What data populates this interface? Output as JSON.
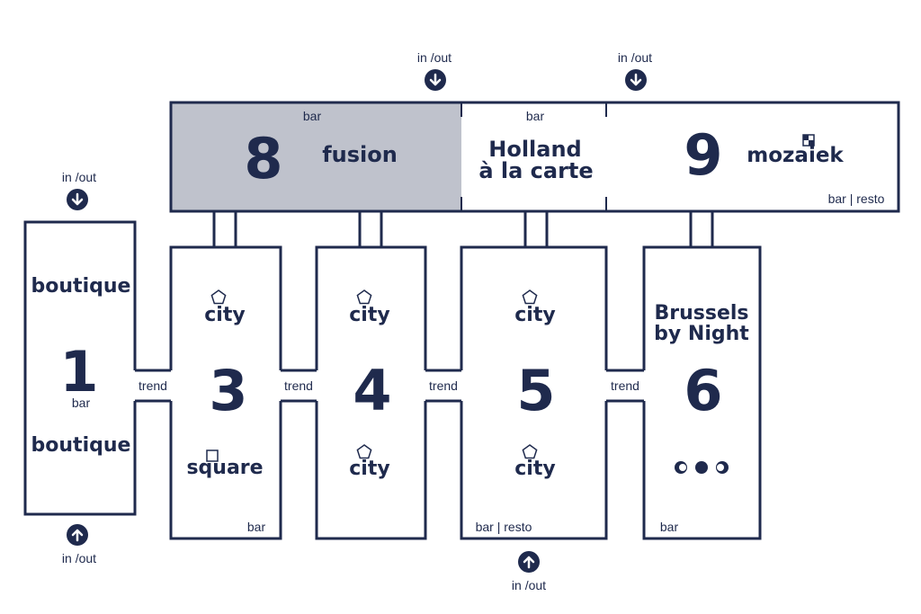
{
  "colors": {
    "navy": "#1f2a4d",
    "highlight": "#bfc2cc",
    "background": "#ffffff"
  },
  "labels": {
    "in_out": "in /out",
    "bar": "bar",
    "trend": "trend",
    "bar_resto": "bar | resto"
  },
  "rooms": {
    "room_1": {
      "number": "1",
      "brand_top": "boutique",
      "brand_bottom": "boutique",
      "label": "bar"
    },
    "room_3": {
      "number": "3",
      "brand_top": "city",
      "brand_bottom": "square",
      "label": "bar"
    },
    "room_4": {
      "number": "4",
      "brand_top": "city",
      "brand_bottom": "city"
    },
    "room_5": {
      "number": "5",
      "brand_top": "city",
      "brand_bottom": "city",
      "label": "bar | resto"
    },
    "room_6": {
      "number": "6",
      "brand_line1": "Brussels",
      "brand_line2": "by Night",
      "label": "bar"
    },
    "room_8": {
      "number": "8",
      "brand": "fusion",
      "label": "bar",
      "highlighted": true
    },
    "holland": {
      "brand_line1": "Holland",
      "brand_line2": "à la carte",
      "label": "bar"
    },
    "room_9": {
      "number": "9",
      "brand": "mozaiek",
      "label": "bar | resto"
    }
  },
  "icons": {
    "entry_down": "arrow-down-circle-icon",
    "entry_up": "arrow-up-circle-icon",
    "city": "pentagon-icon",
    "square": "square-icon",
    "boutique": "dodecahedron-icon",
    "mozaiek": "checker-icon",
    "brussels_night": "moon-phases-icon"
  }
}
